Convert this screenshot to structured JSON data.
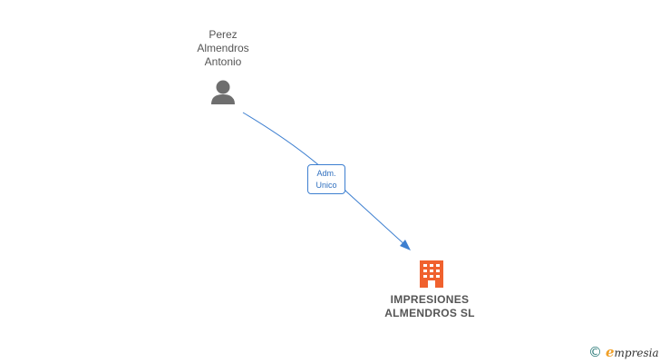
{
  "person": {
    "name_lines": [
      "Perez",
      "Almendros",
      "Antonio"
    ],
    "icon": "person-icon"
  },
  "relation": {
    "role_lines": [
      "Adm.",
      "Unico"
    ]
  },
  "company": {
    "name_lines": [
      "IMPRESIONES",
      "ALMENDROS SL"
    ],
    "icon": "building-icon"
  },
  "brand": {
    "copyright_symbol": "©",
    "name_initial": "e",
    "name_rest": "mpresia"
  },
  "colors": {
    "person_icon": "#6e6e6e",
    "building_icon": "#f0612e",
    "connector": "#3d7fd0",
    "label_text": "#555555",
    "brand_accent": "#f0a028",
    "copyright": "#2a7a78"
  }
}
